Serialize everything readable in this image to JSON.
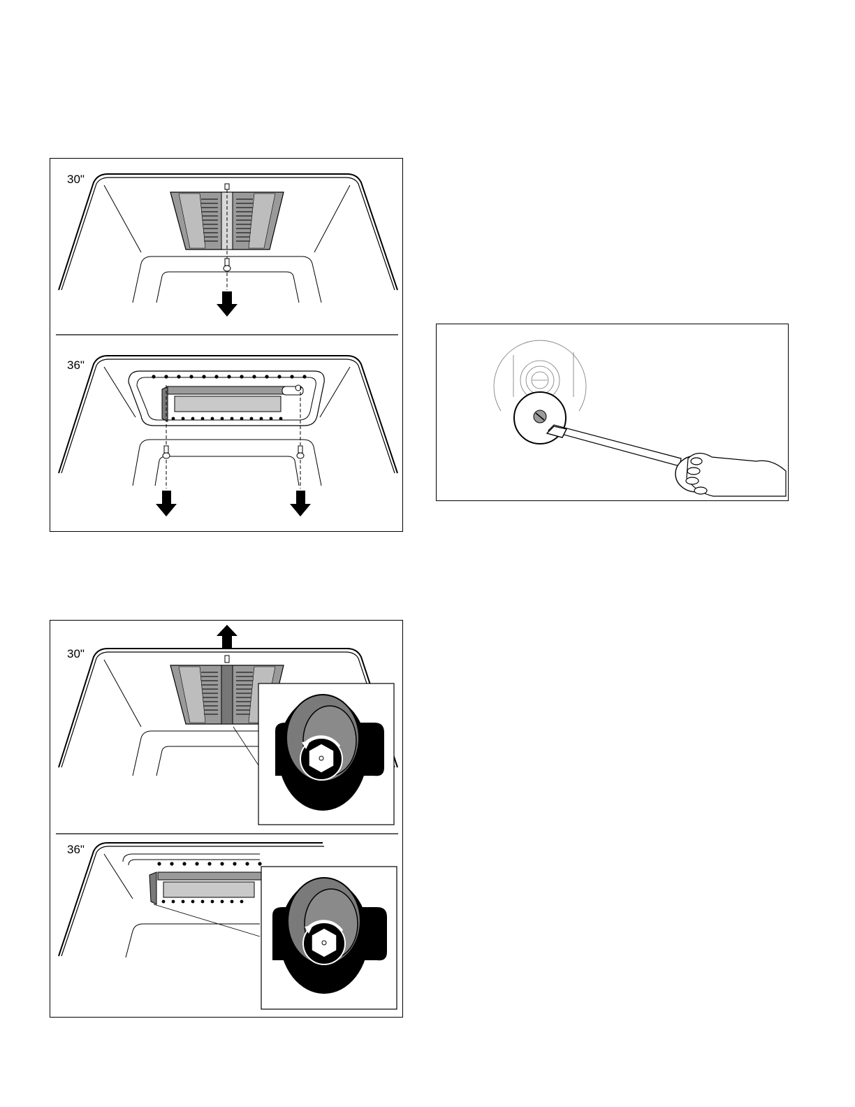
{
  "figures": {
    "remove_burner_cover": {
      "panel_30_label": "30\"",
      "panel_36_label": "36\""
    },
    "loosen_orifice": {
      "panel_30_label": "30\"",
      "panel_36_label": "36\""
    },
    "adjust_valve": {}
  },
  "colors": {
    "line": "#000000",
    "metal_gray": "#8a8a8a",
    "dark_gray": "#6e6e6e"
  }
}
